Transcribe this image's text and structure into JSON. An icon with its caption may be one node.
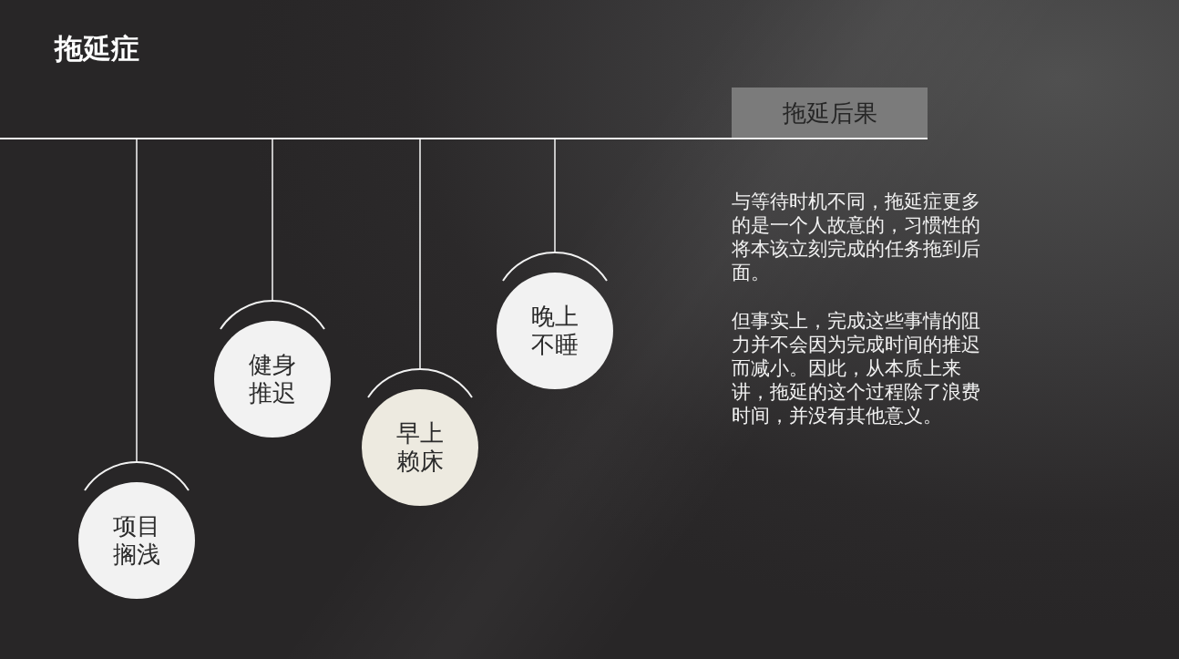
{
  "diagram": {
    "title": "拖延症",
    "nodes": [
      {
        "text": [
          "拖延后果"
        ]
      },
      {
        "text": [],
        "shape": "bar"
      },
      {
        "text": [
          "项目搁浅"
        ]
      },
      {
        "text": [
          "健身推迟"
        ]
      },
      {
        "text": [
          "早上赖床"
        ]
      },
      {
        "text": [
          "晚上不睡"
        ]
      }
    ],
    "edges": [
      {
        "from": 1,
        "to": 2,
        "arrow": "none"
      },
      {
        "from": 1,
        "to": 3,
        "arrow": "none"
      },
      {
        "from": 1,
        "to": 4,
        "arrow": "none"
      },
      {
        "from": 1,
        "to": 5,
        "arrow": "none"
      }
    ],
    "labels": [
      "与等待时机不同，拖延症更多的是一个人故意的，习惯性的将本该立刻完成的任务拖到后面。",
      "但事实上，完成这些事情的阻力并不会因为完成时间的推迟而减小。因此，从本质上来讲，拖延的这个过程除了浪费时间，并没有其他意义。"
    ]
  }
}
